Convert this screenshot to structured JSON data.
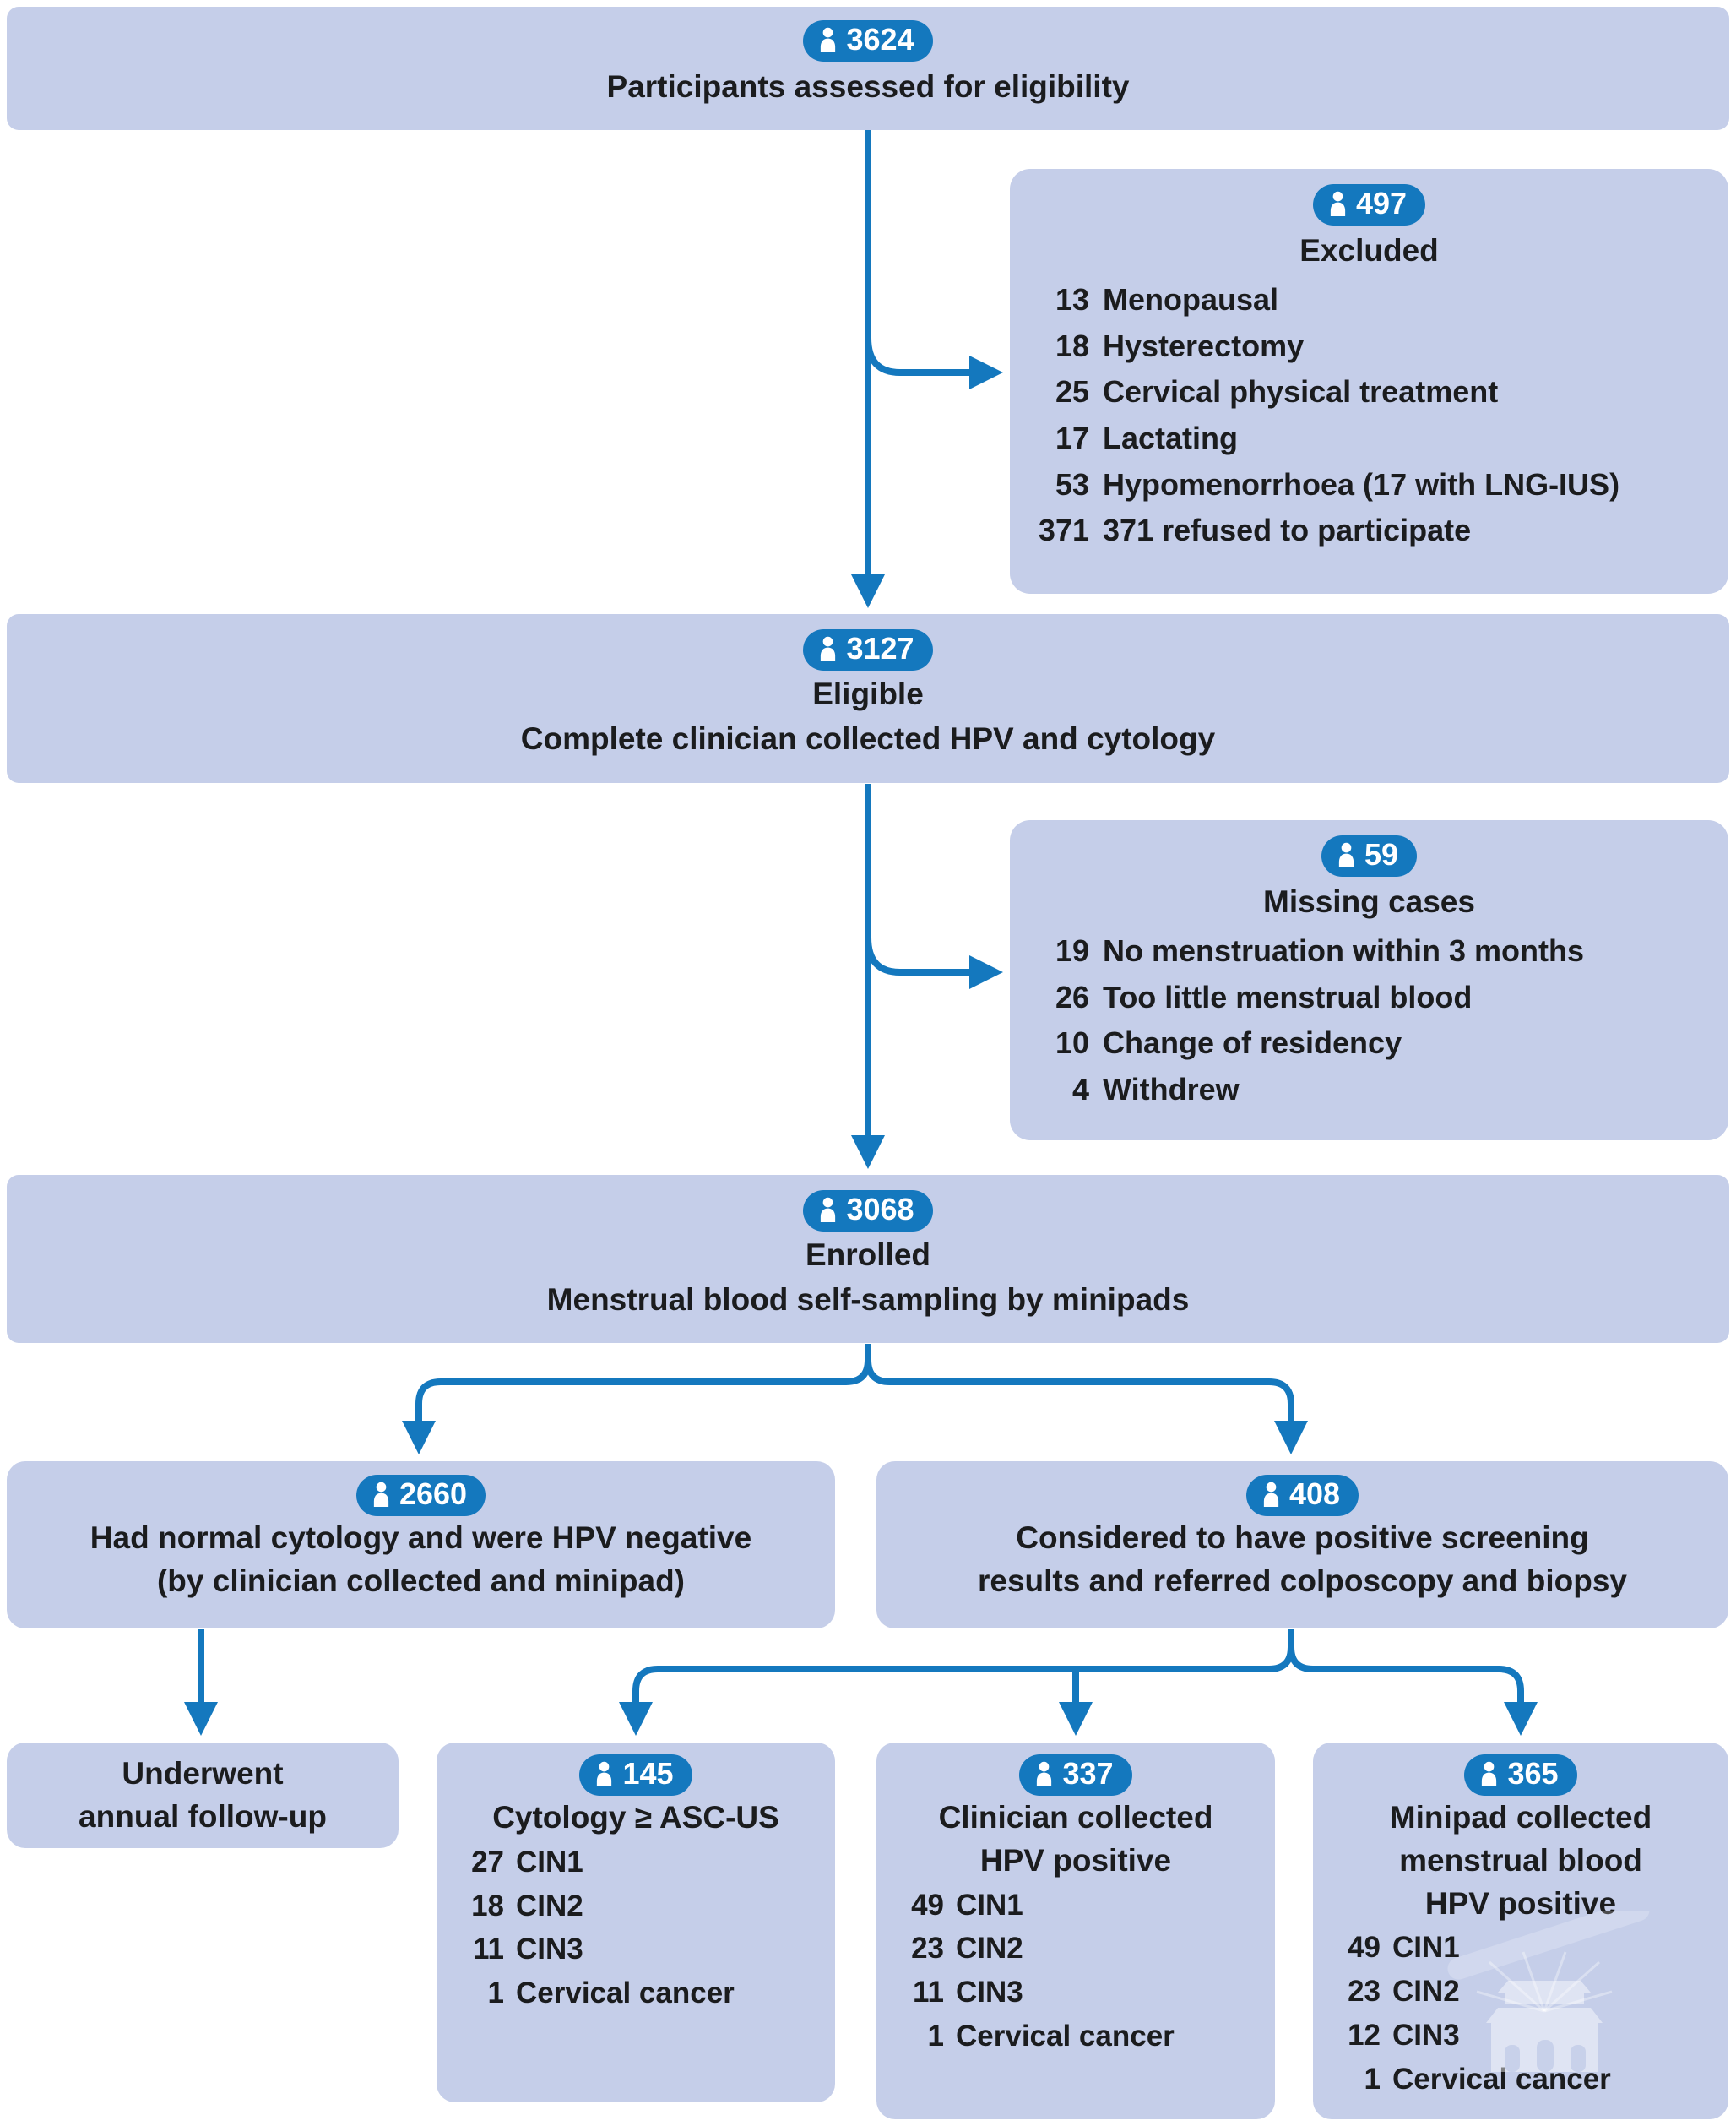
{
  "colors": {
    "box_bg": "#c5cee9",
    "accent_blue": "#1478be",
    "text": "#1b1c1e",
    "badge_text": "#ffffff"
  },
  "boxes": {
    "assessed": {
      "count": "3624",
      "title": "Participants assessed for eligibility"
    },
    "excluded": {
      "count": "497",
      "title": "Excluded",
      "items": [
        {
          "count": "13",
          "label": "Menopausal"
        },
        {
          "count": "18",
          "label": "Hysterectomy"
        },
        {
          "count": "25",
          "label": "Cervical physical treatment"
        },
        {
          "count": "17",
          "label": "Lactating"
        },
        {
          "count": "53",
          "label": "Hypomenorrhoea (17 with LNG-IUS)"
        },
        {
          "count": "371",
          "label": "371 refused to participate"
        }
      ]
    },
    "eligible": {
      "count": "3127",
      "line1": "Eligible",
      "line2": "Complete clinician collected HPV and cytology"
    },
    "missing": {
      "count": "59",
      "title": "Missing cases",
      "items": [
        {
          "count": "19",
          "label": "No menstruation within 3 months"
        },
        {
          "count": "26",
          "label": "Too little menstrual blood"
        },
        {
          "count": "10",
          "label": "Change of residency"
        },
        {
          "count": "4",
          "label": "Withdrew"
        }
      ]
    },
    "enrolled": {
      "count": "3068",
      "line1": "Enrolled",
      "line2": "Menstrual blood self-sampling by minipads"
    },
    "negative": {
      "count": "2660",
      "line1": "Had normal cytology and were HPV negative",
      "line2": "(by clinician collected and minipad)"
    },
    "positive": {
      "count": "408",
      "line1": "Considered to have positive screening",
      "line2": "results and referred colposcopy and biopsy"
    },
    "followup": {
      "line1": "Underwent",
      "line2": "annual follow-up"
    },
    "cytology": {
      "count": "145",
      "title": "Cytology ≥ ASC-US",
      "items": [
        {
          "count": "27",
          "label": "CIN1"
        },
        {
          "count": "18",
          "label": "CIN2"
        },
        {
          "count": "11",
          "label": "CIN3"
        },
        {
          "count": "1",
          "label": "Cervical cancer"
        }
      ]
    },
    "clinician": {
      "count": "337",
      "title_line1": "Clinician collected",
      "title_line2": "HPV positive",
      "items": [
        {
          "count": "49",
          "label": "CIN1"
        },
        {
          "count": "23",
          "label": "CIN2"
        },
        {
          "count": "11",
          "label": "CIN3"
        },
        {
          "count": "1",
          "label": "Cervical cancer"
        }
      ]
    },
    "minipad": {
      "count": "365",
      "title_line1": "Minipad collected",
      "title_line2": "menstrual blood",
      "title_line3": "HPV positive",
      "items": [
        {
          "count": "49",
          "label": "CIN1"
        },
        {
          "count": "23",
          "label": "CIN2"
        },
        {
          "count": "12",
          "label": "CIN3"
        },
        {
          "count": "1",
          "label": "Cervical cancer"
        }
      ]
    }
  }
}
